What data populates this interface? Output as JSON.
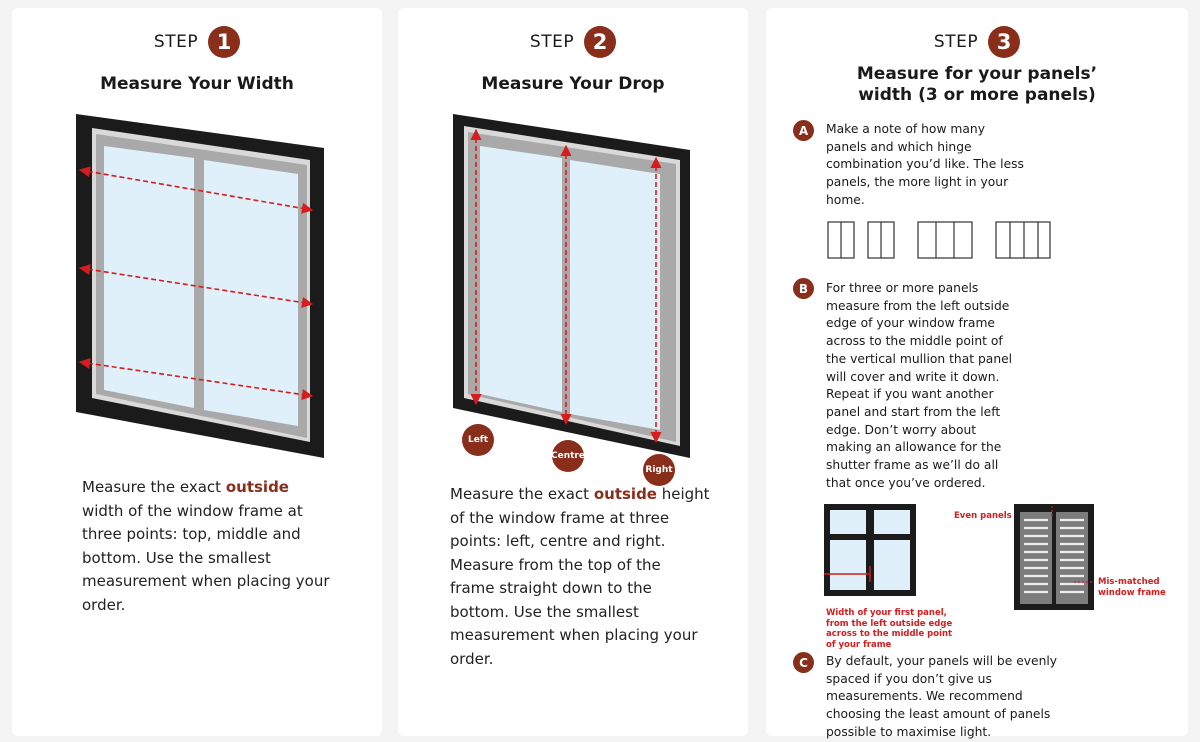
{
  "steps": [
    {
      "word": "STEP",
      "number": "1",
      "title": "Measure Your Width",
      "desc_before": "Measure the exact ",
      "desc_highlight": "outside",
      "desc_after": " width of the window frame at three points: top, middle and bottom. Use the smallest measurement when placing your order."
    },
    {
      "word": "STEP",
      "number": "2",
      "title": "Measure Your Drop",
      "labels": {
        "left": "Left",
        "centre": "Centre",
        "right": "Right"
      },
      "desc_before": "Measure the exact ",
      "desc_highlight": "outside",
      "desc_after": " height of the window frame at three points: left, centre and right. Measure from the top of the frame straight down to the bottom. Use the smallest measurement when placing your order."
    },
    {
      "word": "STEP",
      "number": "3",
      "title_line1": "Measure for your panels’",
      "title_line2": "width (3 or more panels)",
      "a": {
        "letter": "A",
        "text": "Make a note of how many panels and which hinge combination you’d like. The less panels, the more light in your home."
      },
      "b": {
        "letter": "B",
        "text": "For three or more panels measure from the left outside edge of your window frame across to the middle point of the vertical mullion that panel will cover and write it down. Repeat if you want another panel and start from the left edge. Don’t worry about making an allowance for the shutter frame as we’ll do all that once you’ve ordered."
      },
      "c": {
        "letter": "C",
        "text": "By default, your panels will be evenly spaced if you don’t give us measurements. We recommend choosing the least amount of panels possible to maximise light."
      },
      "caption_width": "Width of your first panel, from the left outside edge across to the middle point of your frame",
      "caption_even": "Even panels",
      "caption_mismatch": "Mis-matched window frame"
    }
  ],
  "colors": {
    "accent": "#8a2e1c",
    "measure_red": "#d61c1c",
    "frame": "#1b1b1b",
    "glass": "#dff0fb",
    "sash": "#a9a9a9"
  }
}
